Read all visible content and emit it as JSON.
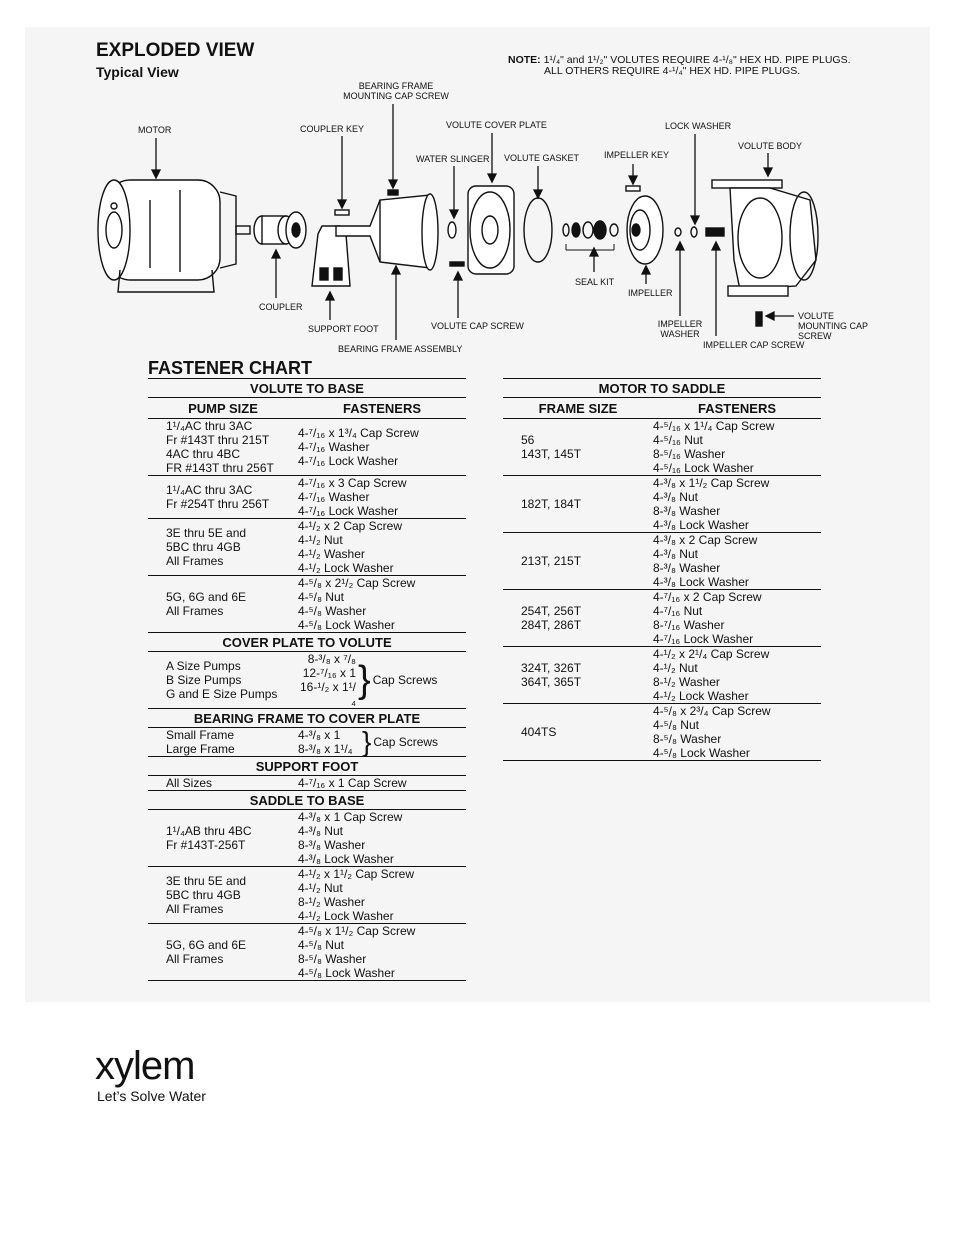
{
  "header": {
    "title": "EXPLODED VIEW",
    "subtitle": "Typical View",
    "note_label": "NOTE:",
    "note_line1": "1¹/₄\" and 1¹/₂\" VOLUTES REQUIRE 4-¹/₈\" HEX HD. PIPE PLUGS.",
    "note_line2": "ALL OTHERS REQUIRE 4-¹/₄\" HEX HD. PIPE PLUGS."
  },
  "diagram_labels": {
    "motor": "MOTOR",
    "coupler_key": "COUPLER KEY",
    "bearing_frame_mounting_cap_screw": "BEARING FRAME MOUNTING CAP SCREW",
    "volute_cover_plate": "VOLUTE COVER PLATE",
    "water_slinger": "WATER SLINGER",
    "volute_gasket": "VOLUTE GASKET",
    "impeller_key": "IMPELLER KEY",
    "lock_washer": "LOCK WASHER",
    "volute_body": "VOLUTE BODY",
    "coupler": "COUPLER",
    "support_foot": "SUPPORT FOOT",
    "bearing_frame_assembly": "BEARING FRAME ASSEMBLY",
    "volute_cap_screw": "VOLUTE CAP SCREW",
    "seal_kit": "SEAL KIT",
    "impeller": "IMPELLER",
    "impeller_washer": "IMPELLER WASHER",
    "impeller_cap_screw": "IMPELLER CAP SCREW",
    "volute_mounting_cap_screw": "VOLUTE MOUNTING CAP SCREW"
  },
  "fastener_chart": {
    "title": "FASTENER CHART",
    "left": {
      "volute_to_base": {
        "heading": "VOLUTE TO BASE",
        "col1": "PUMP SIZE",
        "col2": "FASTENERS",
        "rows": [
          {
            "size": [
              "1¹/₄AC thru 3AC",
              "Fr #143T thru 215T",
              "4AC thru 4BC",
              "FR #143T thru 256T"
            ],
            "fasteners": [
              "4-⁷/₁₆ x 1³/₄ Cap Screw",
              "4-⁷/₁₆ Washer",
              "4-⁷/₁₆ Lock Washer"
            ]
          },
          {
            "size": [
              "1¹/₄AC thru 3AC",
              "Fr #254T thru 256T"
            ],
            "fasteners": [
              "4-⁷/₁₆ x 3 Cap Screw",
              "4-⁷/₁₆ Washer",
              "4-⁷/₁₆ Lock Washer"
            ]
          },
          {
            "size": [
              "3E thru 5E and",
              "5BC thru 4GB",
              "All Frames"
            ],
            "fasteners": [
              "4-¹/₂ x 2 Cap Screw",
              "4-¹/₂ Nut",
              "4-¹/₂ Washer",
              "4-¹/₂ Lock Washer"
            ]
          },
          {
            "size": [
              "5G, 6G and 6E",
              "All Frames"
            ],
            "fasteners": [
              "4-⁵/₈ x 2¹/₂ Cap Screw",
              "4-⁵/₈ Nut",
              "4-⁵/₈ Washer",
              "4-⁵/₈ Lock Washer"
            ]
          }
        ]
      },
      "cover_plate_to_volute": {
        "heading": "COVER PLATE TO VOLUTE",
        "rows": [
          {
            "size": "A Size Pumps",
            "fastener": "8-³/₈ x ⁷/₈"
          },
          {
            "size": "B Size Pumps",
            "fastener": "12-⁷/₁₆ x 1"
          },
          {
            "size": "G and E Size Pumps",
            "fastener": "16-¹/₂ x 1¹/₄"
          }
        ],
        "suffix": "Cap Screws"
      },
      "bearing_frame_to_cover_plate": {
        "heading": "BEARING FRAME TO COVER PLATE",
        "rows": [
          {
            "size": "Small Frame",
            "fastener": "4-³/₈ x 1"
          },
          {
            "size": "Large Frame",
            "fastener": "8-³/₈ x 1¹/₄"
          }
        ],
        "suffix": "Cap Screws"
      },
      "support_foot": {
        "heading": "SUPPORT FOOT",
        "size": "All Sizes",
        "fastener": "4-⁷/₁₆ x 1 Cap Screw"
      },
      "saddle_to_base": {
        "heading": "SADDLE TO BASE",
        "rows": [
          {
            "size": [
              "1¹/₄AB thru 4BC",
              "Fr #143T-256T"
            ],
            "fasteners": [
              "4-³/₈ x 1 Cap Screw",
              "4-³/₈ Nut",
              "8-³/₈ Washer",
              "4-³/₈ Lock Washer"
            ]
          },
          {
            "size": [
              "3E thru 5E and",
              "5BC thru 4GB",
              "All Frames"
            ],
            "fasteners": [
              "4-¹/₂ x 1¹/₂ Cap Screw",
              "4-¹/₂ Nut",
              "8-¹/₂ Washer",
              "4-¹/₂ Lock Washer"
            ]
          },
          {
            "size": [
              "5G, 6G and 6E",
              "All Frames"
            ],
            "fasteners": [
              "4-⁵/₈ x 1¹/₂ Cap Screw",
              "4-⁵/₈ Nut",
              "8-⁵/₈ Washer",
              "4-⁵/₈ Lock Washer"
            ]
          }
        ]
      }
    },
    "right": {
      "motor_to_saddle": {
        "heading": "MOTOR TO SADDLE",
        "col1": "FRAME SIZE",
        "col2": "FASTENERS",
        "rows": [
          {
            "size": [
              "56",
              "143T, 145T"
            ],
            "fasteners": [
              "4-⁵/₁₆ x 1¹/₄ Cap Screw",
              "4-⁵/₁₆ Nut",
              "8-⁵/₁₆ Washer",
              "4-⁵/₁₆ Lock Washer"
            ]
          },
          {
            "size": [
              "182T, 184T"
            ],
            "fasteners": [
              "4-³/₈ x 1¹/₂ Cap Screw",
              "4-³/₈ Nut",
              "8-³/₈ Washer",
              "4-³/₈ Lock Washer"
            ]
          },
          {
            "size": [
              "213T, 215T"
            ],
            "fasteners": [
              "4-³/₈ x 2 Cap Screw",
              "4-³/₈ Nut",
              "8-³/₈ Washer",
              "4-³/₈ Lock Washer"
            ]
          },
          {
            "size": [
              "254T, 256T",
              "284T, 286T"
            ],
            "fasteners": [
              "4-⁷/₁₆ x 2 Cap Screw",
              "4-⁷/₁₆ Nut",
              "8-⁷/₁₆ Washer",
              "4-⁷/₁₆ Lock Washer"
            ]
          },
          {
            "size": [
              "324T, 326T",
              "364T, 365T"
            ],
            "fasteners": [
              "4-¹/₂ x 2¹/₄ Cap Screw",
              "4-¹/₂ Nut",
              "8-¹/₂ Washer",
              "4-¹/₂ Lock Washer"
            ]
          },
          {
            "size": [
              "404TS"
            ],
            "fasteners": [
              "4-⁵/₈ x 2³/₄ Cap Screw",
              "4-⁵/₈ Nut",
              "8-⁵/₈ Washer",
              "4-⁵/₈ Lock Washer"
            ]
          }
        ]
      }
    }
  },
  "brand": {
    "logo": "xylem",
    "tagline": "Let’s Solve Water"
  }
}
